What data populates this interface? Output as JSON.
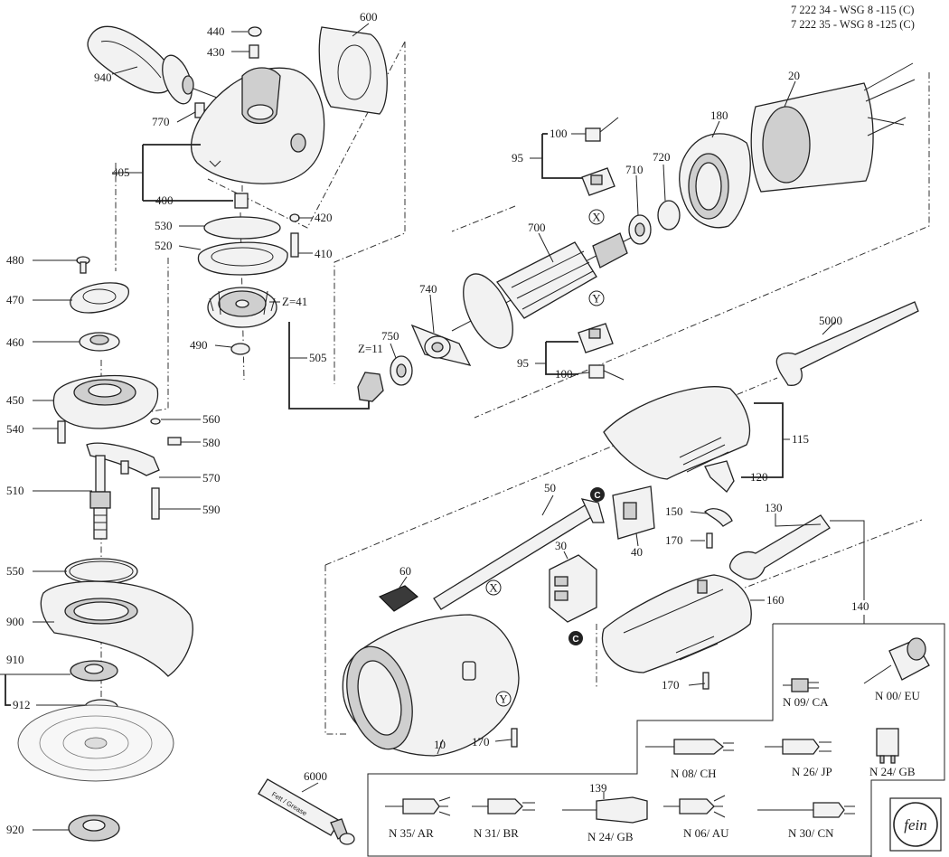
{
  "header": {
    "line1": "7 222 34 - WSG 8 -115 (C)",
    "line2": "7 222 35 - WSG 8 -125 (C)"
  },
  "callouts": {
    "c940": "940",
    "c440": "440",
    "c430": "430",
    "c600": "600",
    "c770": "770",
    "c405": "405",
    "c400": "400",
    "c420": "420",
    "c410": "410",
    "c530": "530",
    "c520": "520",
    "c480": "480",
    "c470": "470",
    "c460": "460",
    "c450": "450",
    "c540": "540",
    "c510": "510",
    "c550": "550",
    "c900": "900",
    "c910": "910",
    "c912": "912",
    "c920": "920",
    "c505": "505",
    "c490": "490",
    "c560": "560",
    "c580": "580",
    "c570": "570",
    "c590": "590",
    "c100a": "100",
    "c95a": "95",
    "c710": "710",
    "c720": "720",
    "c180": "180",
    "c20": "20",
    "c700": "700",
    "c740": "740",
    "c750": "750",
    "c95b": "95",
    "c100b": "100",
    "c5000": "5000",
    "c115": "115",
    "c120": "120",
    "c50": "50",
    "c40": "40",
    "c150": "150",
    "c170a": "170",
    "c130": "130",
    "c30": "30",
    "c60": "60",
    "c160": "160",
    "c140": "140",
    "c170b": "170",
    "c10": "10",
    "c170c": "170",
    "c6000": "6000",
    "c139": "139"
  },
  "gear_labels": {
    "z41": "Z=41",
    "z11": "Z=11"
  },
  "markers": {
    "x": "X",
    "y": "Y",
    "c": "C"
  },
  "tube_text": "Fett / Grease",
  "plugs": {
    "n09ca": "N 09/ CA",
    "n00eu": "N 00/ EU",
    "n08ch": "N 08/ CH",
    "n26jp": "N 26/ JP",
    "n24gb_a": "N 24/ GB",
    "n35ar": "N 35/ AR",
    "n31br": "N 31/ BR",
    "n24gb_b": "N 24/ GB",
    "n06au": "N 06/ AU",
    "n30cn": "N 30/ CN"
  },
  "brand_logo": "fein"
}
